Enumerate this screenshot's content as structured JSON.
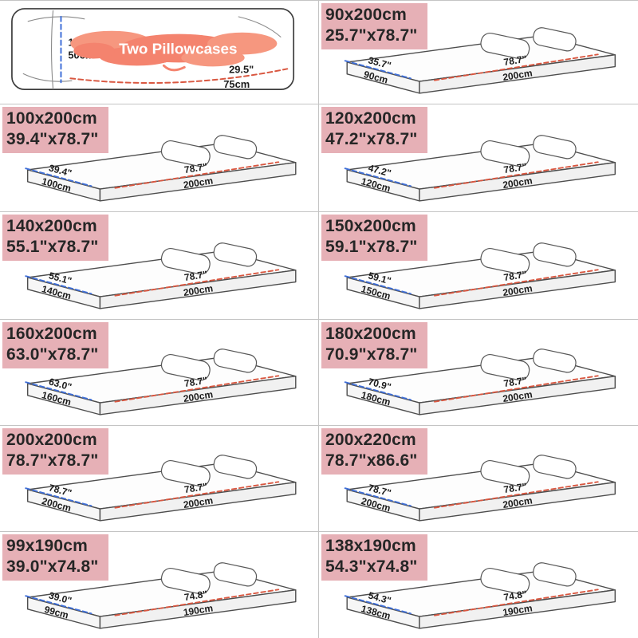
{
  "palette": {
    "label_bg": "#e6b0b6",
    "label_text": "#262626",
    "blue_line": "#3f6fd8",
    "red_line": "#d95740",
    "coral": "#f4836e",
    "grid_line": "#c4c4c4"
  },
  "pillowcase_cell": {
    "title": "Two Pillowcases",
    "height_in": "19.7\"",
    "height_cm": "50cm",
    "width_in": "29.5\"",
    "width_cm": "75cm"
  },
  "cells": [
    {
      "size_cm": "90x200cm",
      "size_in": "25.7\"x78.7\"",
      "width_in": "35.7\"",
      "width_cm": "90cm",
      "length_in": "78.7\"",
      "length_cm": "200cm"
    },
    {
      "size_cm": "100x200cm",
      "size_in": "39.4\"x78.7\"",
      "width_in": "39.4\"",
      "width_cm": "100cm",
      "length_in": "78.7\"",
      "length_cm": "200cm"
    },
    {
      "size_cm": "120x200cm",
      "size_in": "47.2\"x78.7\"",
      "width_in": "47.2\"",
      "width_cm": "120cm",
      "length_in": "78.7\"",
      "length_cm": "200cm"
    },
    {
      "size_cm": "140x200cm",
      "size_in": "55.1\"x78.7\"",
      "width_in": "55.1\"",
      "width_cm": "140cm",
      "length_in": "78.7\"",
      "length_cm": "200cm"
    },
    {
      "size_cm": "150x200cm",
      "size_in": "59.1\"x78.7\"",
      "width_in": "59.1\"",
      "width_cm": "150cm",
      "length_in": "78.7\"",
      "length_cm": "200cm"
    },
    {
      "size_cm": "160x200cm",
      "size_in": "63.0\"x78.7\"",
      "width_in": "63.0\"",
      "width_cm": "160cm",
      "length_in": "78.7\"",
      "length_cm": "200cm"
    },
    {
      "size_cm": "180x200cm",
      "size_in": "70.9\"x78.7\"",
      "width_in": "70.9\"",
      "width_cm": "180cm",
      "length_in": "78.7\"",
      "length_cm": "200cm"
    },
    {
      "size_cm": "200x200cm",
      "size_in": "78.7\"x78.7\"",
      "width_in": "78.7\"",
      "width_cm": "200cm",
      "length_in": "78.7\"",
      "length_cm": "200cm"
    },
    {
      "size_cm": "200x220cm",
      "size_in": "78.7\"x86.6\"",
      "width_in": "78.7\"",
      "width_cm": "200cm",
      "length_in": "78.7\"",
      "length_cm": "200cm"
    },
    {
      "size_cm": "99x190cm",
      "size_in": "39.0\"x74.8\"",
      "width_in": "39.0\"",
      "width_cm": "99cm",
      "length_in": "74.8\"",
      "length_cm": "190cm"
    },
    {
      "size_cm": "138x190cm",
      "size_in": "54.3\"x74.8\"",
      "width_in": "54.3\"",
      "width_cm": "138cm",
      "length_in": "74.8\"",
      "length_cm": "190cm"
    }
  ]
}
